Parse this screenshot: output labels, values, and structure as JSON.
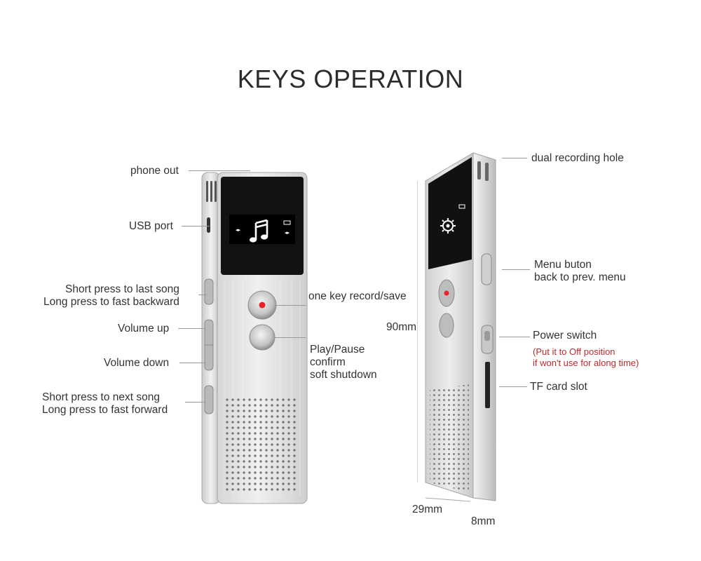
{
  "title": "KEYS OPERATION",
  "front_labels": {
    "phone_out": "phone out",
    "usb_port": "USB port",
    "last_song_1": "Short press to last song",
    "last_song_2": "Long press to fast backward",
    "volume_up": "Volume up",
    "volume_down": "Volume down",
    "next_song_1": "Short press to next song",
    "next_song_2": "Long press to fast forward",
    "record": "one key record/save",
    "play_1": "Play/Pause",
    "play_2": "confirm",
    "play_3": "soft shutdown"
  },
  "side_labels": {
    "dual_hole": "dual recording hole",
    "menu_1": "Menu buton",
    "menu_2": "back to prev. menu",
    "power": "Power switch",
    "power_note_1": "(Put it to Off position",
    "power_note_2": "if won't use for along time)",
    "tf_slot": "TF card slot"
  },
  "dimensions": {
    "height": "90mm",
    "width": "29mm",
    "depth": "8mm"
  },
  "colors": {
    "record_dot": "#e8212b",
    "note_text": "#c0282d"
  },
  "icons": {
    "front_screen": "music-note-icon",
    "side_screen": "gear-icon"
  }
}
